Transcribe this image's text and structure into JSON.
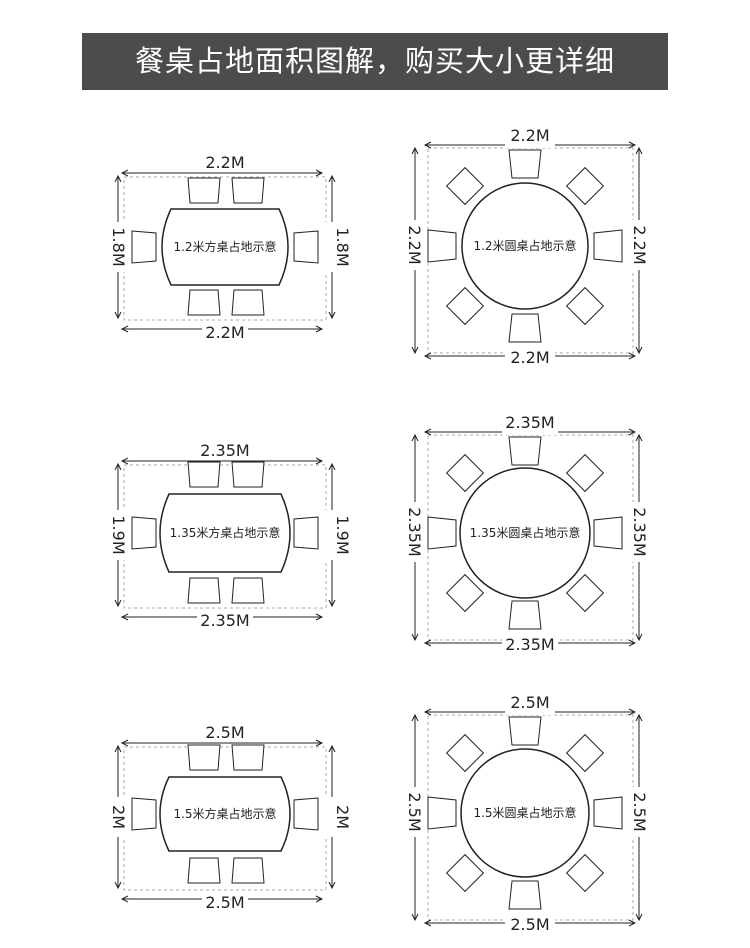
{
  "header": {
    "title": "餐桌占地面积图解，购买大小更详细"
  },
  "diagrams": [
    {
      "shape": "rect",
      "top": "2.2M",
      "bottom": "2.2M",
      "left": "1.8M",
      "right": "1.8M",
      "label": "1.2米方桌占地示意"
    },
    {
      "shape": "circle",
      "top": "2.2M",
      "bottom": "2.2M",
      "left": "2.2M",
      "right": "2.2M",
      "label": "1.2米圆桌占地示意"
    },
    {
      "shape": "rect",
      "top": "2.35M",
      "bottom": "2.35M",
      "left": "1.9M",
      "right": "1.9M",
      "label": "1.35米方桌占地示意"
    },
    {
      "shape": "circle",
      "top": "2.35M",
      "bottom": "2.35M",
      "left": "2.35M",
      "right": "2.35M",
      "label": "1.35米圆桌占地示意"
    },
    {
      "shape": "rect",
      "top": "2.5M",
      "bottom": "2.5M",
      "left": "2M",
      "right": "2M",
      "label": "1.5米方桌占地示意"
    },
    {
      "shape": "circle",
      "top": "2.5M",
      "bottom": "2.5M",
      "left": "2.5M",
      "right": "2.5M",
      "label": "1.5米圆桌占地示意"
    }
  ]
}
